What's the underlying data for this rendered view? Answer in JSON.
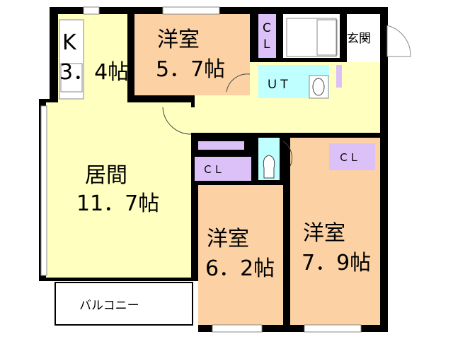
{
  "colors": {
    "wall": "#000000",
    "living": "#ffffc0",
    "western_room": "#fcd2a4",
    "closet": "#dcc0f8",
    "wet_area": "#c0ffff",
    "fixture": "#ffffff"
  },
  "rooms": {
    "kitchen": {
      "name": "K",
      "size": "3．4帖"
    },
    "western1": {
      "name": "洋室",
      "size": "5．7帖"
    },
    "closet1": {
      "line1": "C",
      "line2": "L"
    },
    "utility": {
      "name": "ＵＴ"
    },
    "entrance": {
      "name": "玄関"
    },
    "living": {
      "name": "居間",
      "size": "11．7帖"
    },
    "closet2": {
      "name": "ＣＬ"
    },
    "closet3": {
      "name": "ＣＬ"
    },
    "western2": {
      "name": "洋室",
      "size": "6．2帖"
    },
    "western3": {
      "name": "洋室",
      "size": "7．9帖"
    },
    "balcony": {
      "name": "バルコニー"
    }
  }
}
